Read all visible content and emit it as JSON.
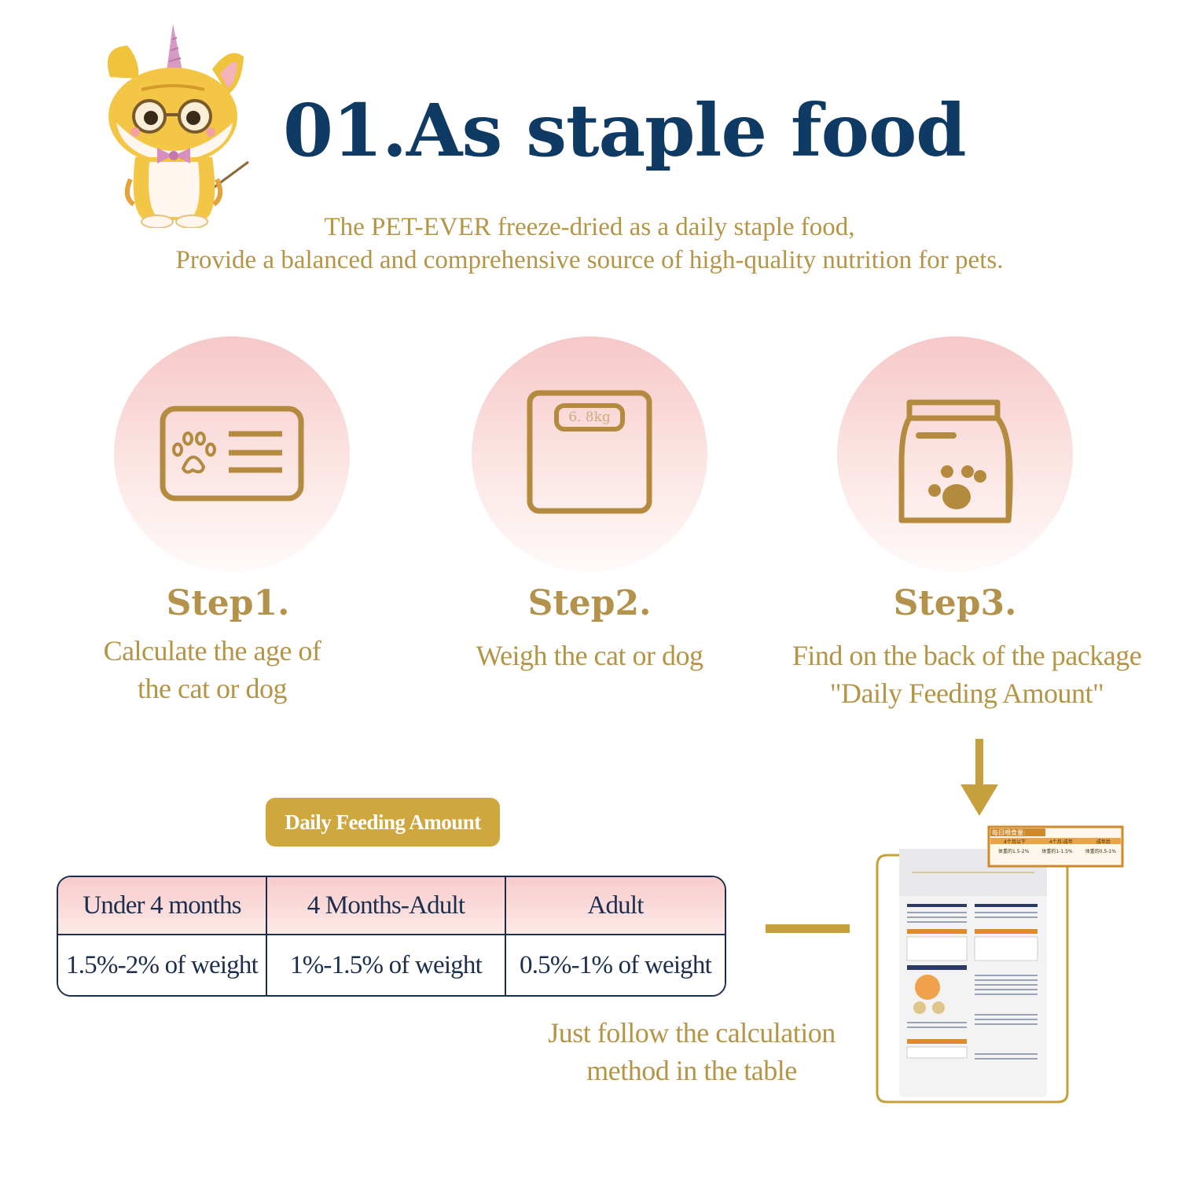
{
  "header": {
    "title": "01.As staple food",
    "subtitle_line1": "The PET-EVER freeze-dried as a daily staple food,",
    "subtitle_line2": "Provide a balanced and comprehensive source of high-quality nutrition for pets."
  },
  "steps": [
    {
      "title": "Step1.",
      "desc_line1": "Calculate the age of",
      "desc_line2": "the cat or dog",
      "icon": "pet-id-card-icon"
    },
    {
      "title": "Step2.",
      "desc_line1": "Weigh the cat or dog",
      "desc_line2": "",
      "icon": "scale-icon",
      "scale_reading": "6. 8kg"
    },
    {
      "title": "Step3.",
      "desc_line1": "Find on the back of the package",
      "desc_line2": "\"Daily Feeding Amount\"",
      "icon": "food-bag-icon"
    }
  ],
  "feeding": {
    "badge": "Daily Feeding Amount",
    "headers": [
      "Under 4 months",
      "4 Months-Adult",
      "Adult"
    ],
    "values": [
      "1.5%-2% of weight",
      "1%-1.5% of weight",
      "0.5%-1% of weight"
    ]
  },
  "follow_line1": "Just follow the calculation",
  "follow_line2": "method in the table",
  "package_label": {
    "title": "每日喂食量:",
    "cols": [
      "4个月以下",
      "4个月-成年",
      "成年后"
    ],
    "vals": [
      "体重的1.5-2%",
      "体重的1-1.5%",
      "体重的0.5-1%"
    ]
  },
  "colors": {
    "title_navy": "#0e3a63",
    "gold": "#b59545",
    "badge_gold": "#cfa73f",
    "table_border": "#1c2e4e",
    "pink": "#f6c8c8"
  }
}
